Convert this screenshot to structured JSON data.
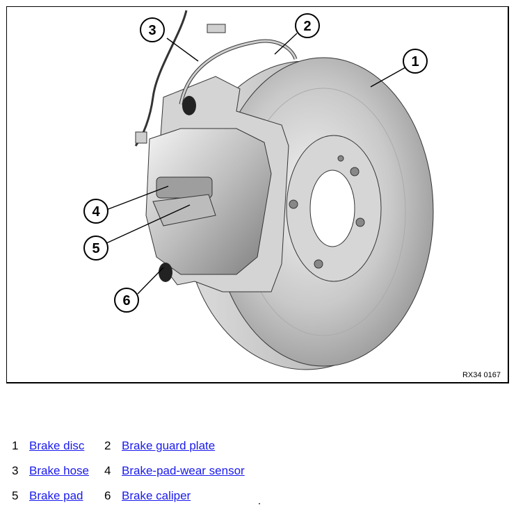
{
  "figure": {
    "code": "RX34 0167",
    "callouts": [
      {
        "num": "1",
        "name": "Brake disc"
      },
      {
        "num": "2",
        "name": "Brake guard plate"
      },
      {
        "num": "3",
        "name": "Brake hose"
      },
      {
        "num": "4",
        "name": "Brake-pad-wear sensor"
      },
      {
        "num": "5",
        "name": "Brake pad"
      },
      {
        "num": "6",
        "name": "Brake caliper"
      }
    ]
  },
  "legend": [
    {
      "num": "1",
      "label": "Brake disc"
    },
    {
      "num": "2",
      "label": "Brake guard plate"
    },
    {
      "num": "3",
      "label": "Brake hose"
    },
    {
      "num": "4",
      "label": "Brake-pad-wear sensor"
    },
    {
      "num": "5",
      "label": "Brake pad"
    },
    {
      "num": "6",
      "label": "Brake caliper"
    }
  ],
  "colors": {
    "link": "#1a1aee",
    "metal_light": "#e4e4e4",
    "metal_dark": "#8c8c8c",
    "outline": "#222222"
  }
}
